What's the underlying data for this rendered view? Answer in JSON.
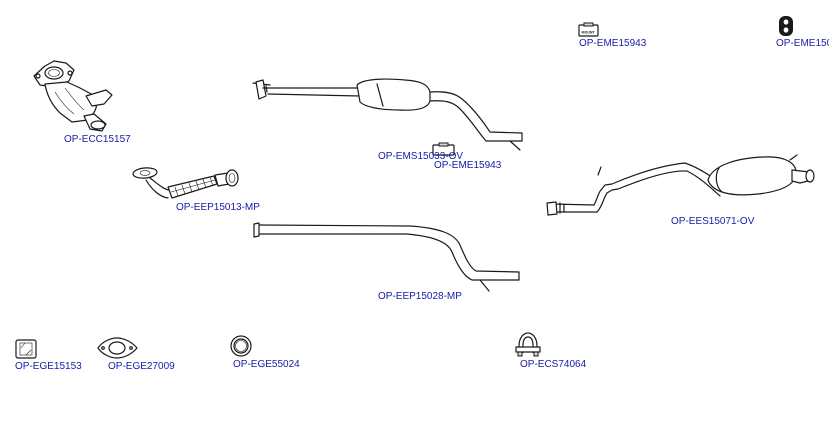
{
  "parts": [
    {
      "id": "mount-top",
      "label": "OP-EME15943",
      "tag": "MOUNT"
    },
    {
      "id": "hanger-top",
      "label": "OP-EME150"
    },
    {
      "id": "catalytic-converter",
      "label": "OP-ECC15157"
    },
    {
      "id": "middle-silencer",
      "label": "OP-EMS15033-OV"
    },
    {
      "id": "mount-mid",
      "label": "OP-EME15943"
    },
    {
      "id": "flex-front-pipe",
      "label": "OP-EEP15013-MP"
    },
    {
      "id": "rear-silencer",
      "label": "OP-EES15071-OV"
    },
    {
      "id": "connecting-pipe",
      "label": "OP-EEP15028-MP"
    },
    {
      "id": "square-gasket",
      "label": "OP-EGE15153"
    },
    {
      "id": "oval-gasket",
      "label": "OP-EGE27009"
    },
    {
      "id": "ring-gasket",
      "label": "OP-EGE55024"
    },
    {
      "id": "clamp",
      "label": "OP-ECS74064"
    }
  ]
}
